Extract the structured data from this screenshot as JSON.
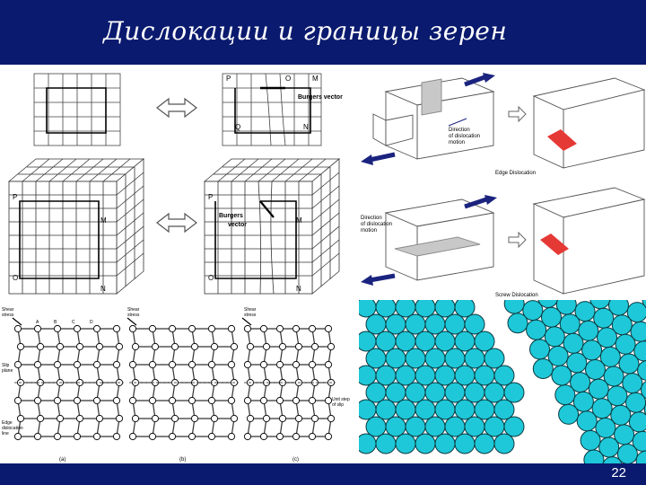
{
  "slide": {
    "title": "Дислокации и границы зерен",
    "page_number": "22"
  },
  "panel_top_left": {
    "labels": {
      "p1": "P",
      "o1": "O",
      "m1": "M",
      "q1": "Q",
      "n1": "N",
      "burgers1": "Burgers vector",
      "p2": "P",
      "m2": "M",
      "o2": "O",
      "n2": "N",
      "p3": "P",
      "m3": "M",
      "o3": "O",
      "n3": "N",
      "burgers2": "Burgers",
      "vector2": "vector"
    }
  },
  "panel_top_right": {
    "labels": {
      "direction1_a": "Direction",
      "direction1_b": "of dislocation",
      "direction1_c": "motion",
      "edge": "Edge Dislocation",
      "direction2_a": "Direction",
      "direction2_b": "of dislocation",
      "direction2_c": "motion",
      "screw": "Screw Dislocation"
    },
    "colors": {
      "arrow": "#1a237e",
      "dislocation_line": "#e53935",
      "plane": "#cccccc"
    }
  },
  "panel_bottom_left": {
    "labels": {
      "shear_a": "Shear",
      "stress_a": "stress",
      "shear_b": "Shear",
      "stress_b": "stress",
      "shear_c": "Shear",
      "stress_c": "stress",
      "slip1": "Slip",
      "slip2": "plane",
      "edge1": "Edge",
      "edge2": "dislocation",
      "edge3": "line",
      "unit1": "Unit step",
      "unit2": "of slip",
      "col_a": "A",
      "col_b": "B",
      "col_c": "C",
      "col_d": "D",
      "cap_a": "(a)",
      "cap_b": "(b)",
      "cap_c": "(c)"
    }
  },
  "panel_bottom_right": {
    "colors": {
      "grain_fill": "#1ec8d8",
      "grain_stroke": "#0b3a40"
    }
  }
}
